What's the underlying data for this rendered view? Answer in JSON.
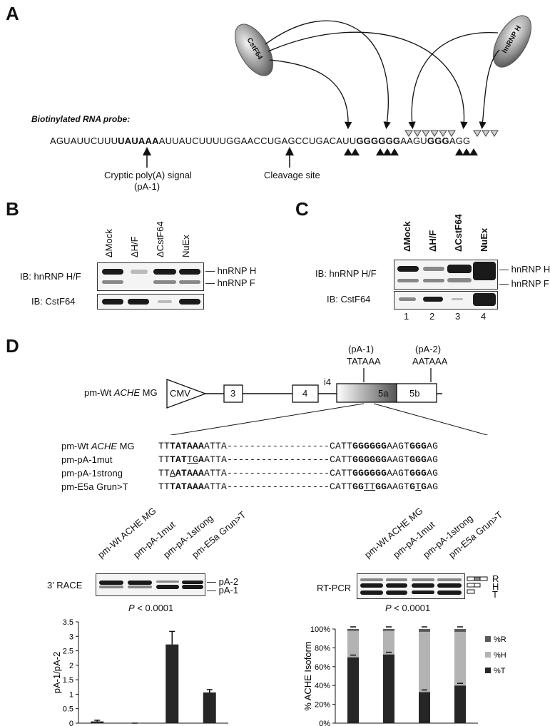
{
  "panels": {
    "a": "A",
    "b": "B",
    "c": "C",
    "d": "D"
  },
  "panelA": {
    "cstf64": "CstF64",
    "hnrnph": "hnRNP H",
    "probe_title": "Biotinylated RNA probe:",
    "seq_1": "AGUAUUCUUU",
    "seq_2": "UAUAAA",
    "seq_3": "AUUAUCUUUUGGAACCUGAGCCUGACAUU",
    "seq_4": "GGGGGG",
    "seq_5": "AAGU",
    "seq_6": "GGG",
    "seq_7": "AGG",
    "cryptic_1": "Cryptic poly(A) signal",
    "cryptic_2": "(pA-1)",
    "cleavage": "Cleavage site"
  },
  "panelB": {
    "lanes": [
      "ΔMock",
      "ΔH/F",
      "ΔCstF64",
      "NuEx"
    ],
    "ib1": "IB: hnRNP H/F",
    "ib2": "IB: CstF64",
    "h": "hnRNP H",
    "f": "hnRNP F"
  },
  "panelC": {
    "lanes": [
      "ΔMock",
      "ΔH/F",
      "ΔCstF64",
      "NuEx"
    ],
    "ib1": "IB: hnRNP H/F",
    "ib2": "IB: CstF64",
    "h": "hnRNP H",
    "f": "hnRNP F",
    "nums": [
      "1",
      "2",
      "3",
      "4"
    ]
  },
  "panelD": {
    "pa1_label": "(pA-1)",
    "pa1_seq": "TATAAA",
    "pa2_label": "(pA-2)",
    "pa2_seq": "AATAAA",
    "construct_prefix": "pm-Wt ",
    "construct_italic": "ACHE",
    "construct_suffix": " MG",
    "cmv": "CMV",
    "exon3": "3",
    "exon4": "4",
    "i4": "i4",
    "exon5a": "5a",
    "exon5b": "5b",
    "rows": [
      {
        "name": "pm-Wt ACHE MG"
      },
      {
        "name": "pm-pA-1mut"
      },
      {
        "name": "pm-pA-1strong"
      },
      {
        "name": "pm-E5a Grun>T"
      }
    ],
    "lanes": [
      "pm-Wt ACHE MG",
      "pm-pA-1mut",
      "pm-pA-1strong",
      "pm-E5a Grun>T"
    ],
    "race": "3’ RACE",
    "rtpcr": "RT-PCR",
    "pa2": "pA-2",
    "pa1": "pA-1",
    "R": "R",
    "H": "H",
    "T": "T",
    "p_left": "< 0.0001",
    "p_right": "< 0.0001",
    "P": "P"
  },
  "chart_data": [
    {
      "type": "bar",
      "categories": [
        "pm-Wt ACHE MG",
        "pm-pA-1mut",
        "pm-pA-1strong",
        "pm-E5a Grun>T"
      ],
      "values": [
        0.06,
        0.0,
        2.72,
        1.06
      ],
      "errors": [
        0.04,
        0.0,
        0.45,
        0.1
      ],
      "ylabel": "pA-1/pA-2",
      "ylim": [
        0,
        3.5
      ],
      "yticks": [
        "0",
        "0.5",
        "1",
        "1.5",
        "2",
        "2.5",
        "3",
        "3.5"
      ]
    },
    {
      "type": "bar",
      "stacked": true,
      "categories": [
        "pm-Wt ACHE MG",
        "pm-pA-1mut",
        "pm-pA-1strong",
        "pm-E5a Grun>T"
      ],
      "series": [
        {
          "name": "%T",
          "values": [
            70,
            73,
            33,
            40
          ]
        },
        {
          "name": "%H",
          "values": [
            28,
            25,
            64,
            57
          ]
        },
        {
          "name": "%R",
          "values": [
            2,
            2,
            3,
            3
          ]
        }
      ],
      "ylabel": "% ACHE Isoform",
      "ylim": [
        0,
        100
      ],
      "yticks": [
        "0%",
        "20%",
        "40%",
        "60%",
        "80%",
        "100%"
      ],
      "colors": {
        "%T": "#262626",
        "%H": "#b3b3b3",
        "%R": "#595959"
      }
    }
  ]
}
